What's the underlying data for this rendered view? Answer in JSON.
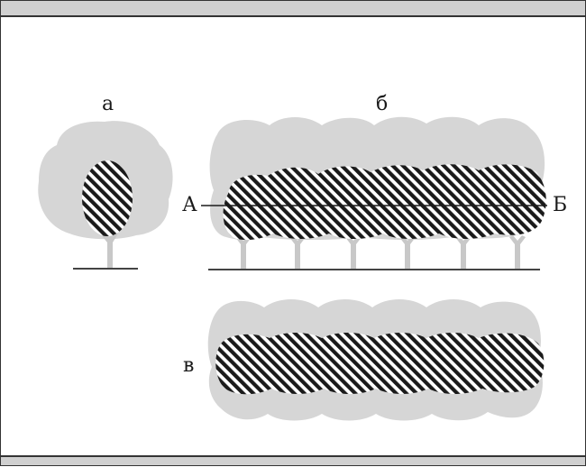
{
  "panels": {
    "single_tree_label": "а",
    "tree_row_side_label": "б",
    "tree_row_top_label": "в"
  },
  "section_line": {
    "start_label": "А",
    "end_label": "Б"
  },
  "colors": {
    "crown_gray": "#d6d6d6",
    "hatch_black": "#1a1a1a",
    "trunk_gray": "#c8c8c8",
    "ground": "#444444"
  }
}
